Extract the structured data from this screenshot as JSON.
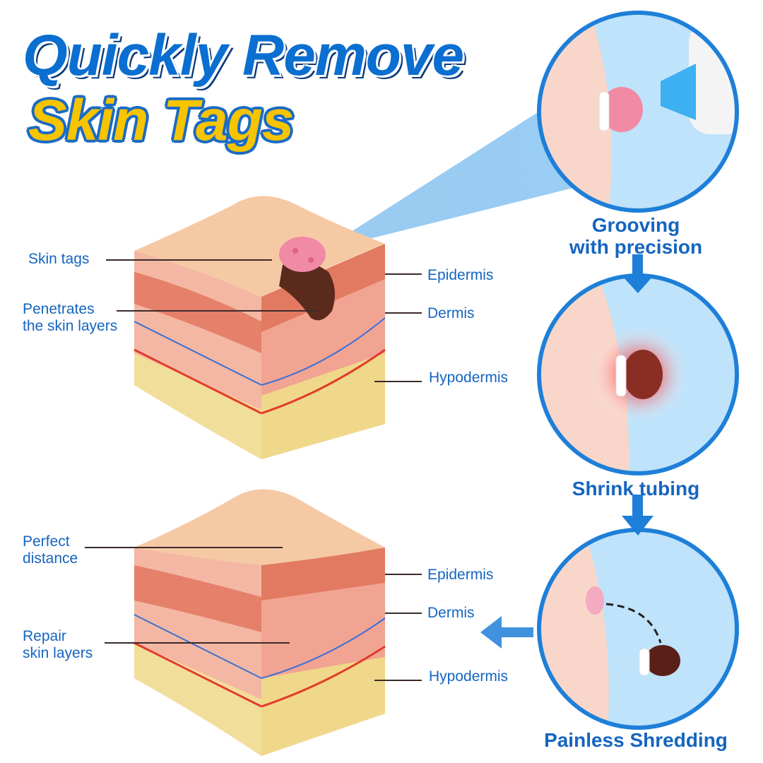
{
  "header": {
    "line1": "Quickly Remove",
    "line2": "Skin Tags"
  },
  "top_diagram": {
    "labels_left": [
      "Skin tags",
      "Penetrates\nthe skin layers"
    ],
    "labels_right": [
      "Epidermis",
      "Dermis",
      "Hypodermis"
    ]
  },
  "bottom_diagram": {
    "labels_left": [
      "Perfect\ndistance",
      "Repair\nskin layers"
    ],
    "labels_right": [
      "Epidermis",
      "Dermis",
      "Hypodermis"
    ]
  },
  "steps": [
    {
      "caption": "Grooving\nwith precision"
    },
    {
      "caption": "Shrink tubing"
    },
    {
      "caption": "Painless Shredding"
    }
  ],
  "colors": {
    "accent_blue": "#1565c0",
    "title_blue": "#0a6fd0",
    "title_yellow": "#f7c400"
  }
}
